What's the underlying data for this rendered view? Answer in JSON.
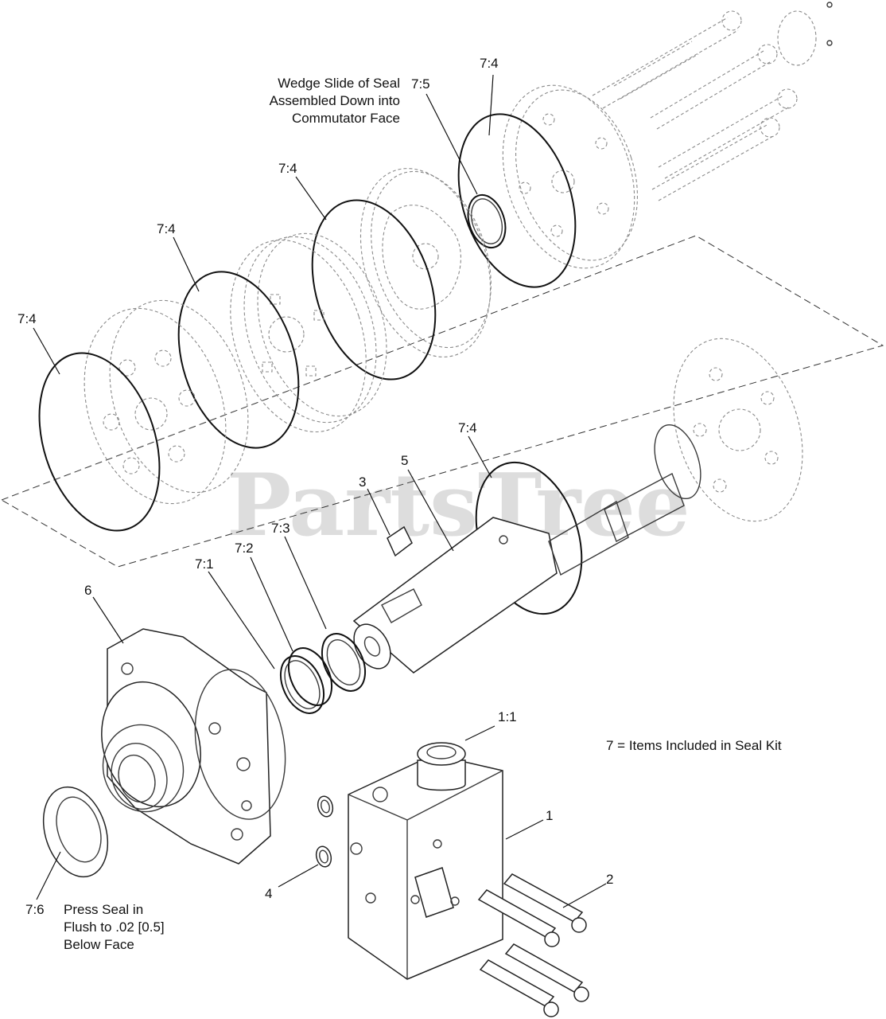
{
  "watermark": "PartsTree",
  "callouts": {
    "c_1_1": "1:1",
    "c_1": "1",
    "c_2": "2",
    "c_3": "3",
    "c_4": "4",
    "c_5": "5",
    "c_6": "6",
    "c_7_1": "7:1",
    "c_7_2": "7:2",
    "c_7_3": "7:3",
    "c_7_4_a": "7:4",
    "c_7_4_b": "7:4",
    "c_7_4_c": "7:4",
    "c_7_4_d": "7:4",
    "c_7_4_e": "7:4",
    "c_7_5": "7:5",
    "c_7_6": "7:6"
  },
  "notes": {
    "wedge": [
      "Wedge Slide of Seal",
      "Assembled Down into",
      "Commutator Face"
    ],
    "press": [
      "Press Seal in",
      "Flush to .02 [0.5]",
      "Below Face"
    ],
    "kit": "7 = Items Included in Seal Kit"
  }
}
